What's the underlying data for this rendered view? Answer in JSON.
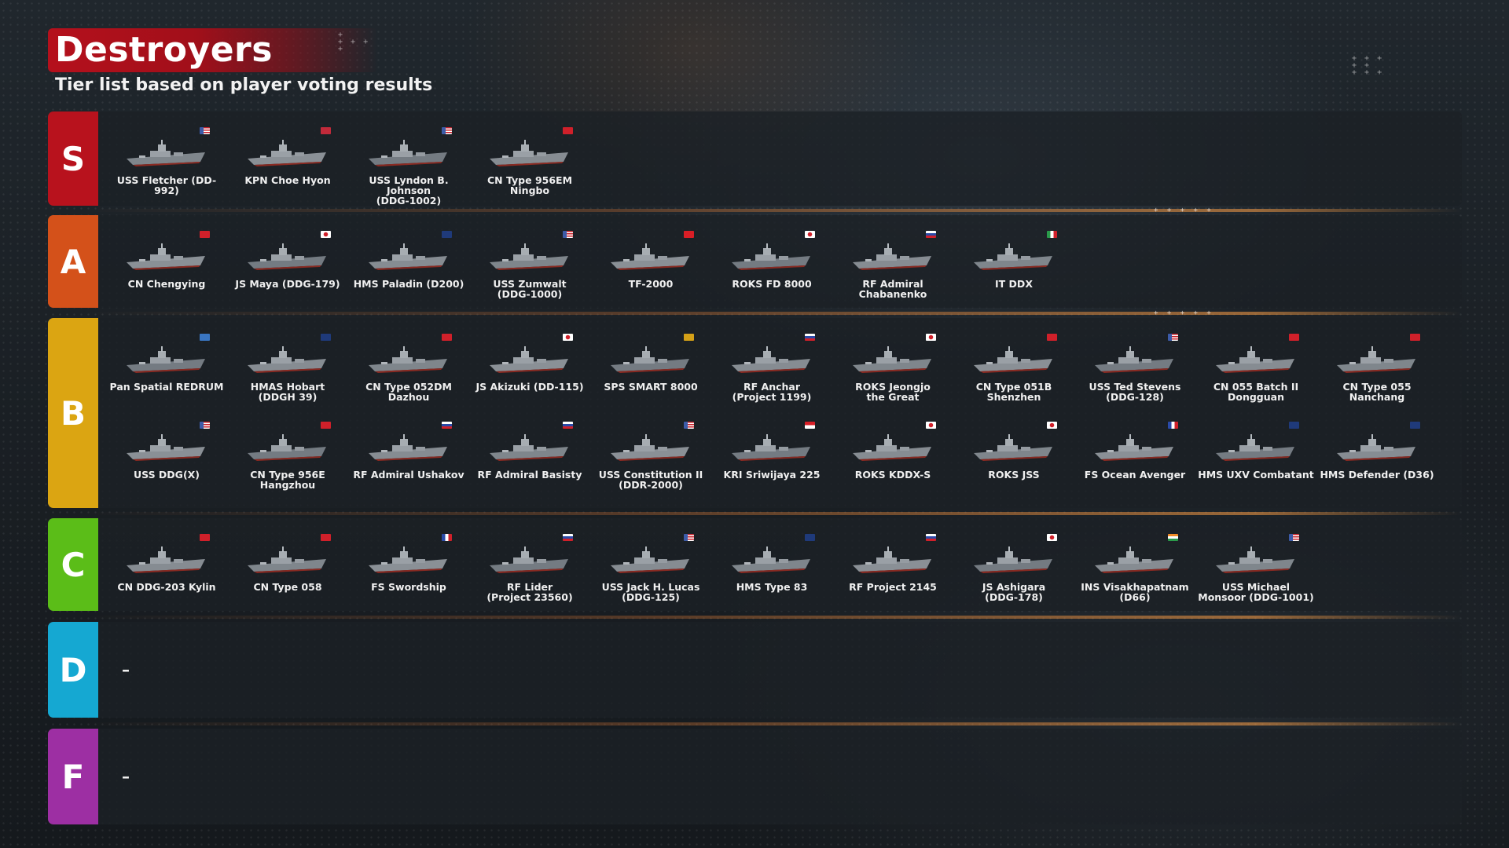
{
  "header": {
    "title": "Destroyers",
    "subtitle": "Tier list based on player voting results"
  },
  "flag_colors": {
    "usa": "#3c5ba8",
    "china": "#d0202a",
    "north_korea": "#c22a3a",
    "uk": "#1f3a7a",
    "japan": "#ffffff",
    "turkey": "#d91e26",
    "south_korea": "#ffffff",
    "russia": "#e9e9f2",
    "italy": "#2a9a4a",
    "australia": "#1f3a7a",
    "spain": "#d4a017",
    "indonesia": "#d91e26",
    "france": "#2a4a9a",
    "india": "#f28c28",
    "un": "#3a76c2"
  },
  "tiers": [
    {
      "letter": "S",
      "color": "#b8121d",
      "empty_text": "",
      "ships": [
        {
          "name": "USS Fletcher (DD-992)",
          "flag": "usa"
        },
        {
          "name": "KPN Choe Hyon",
          "flag": "north_korea"
        },
        {
          "name": "USS Lyndon B. Johnson\n(DDG-1002)",
          "flag": "usa"
        },
        {
          "name": "CN Type 956EM\nNingbo",
          "flag": "china"
        }
      ]
    },
    {
      "letter": "A",
      "color": "#d4511a",
      "empty_text": "",
      "ships": [
        {
          "name": "CN Chengying",
          "flag": "china"
        },
        {
          "name": "JS Maya (DDG-179)",
          "flag": "japan"
        },
        {
          "name": "HMS Paladin (D200)",
          "flag": "uk"
        },
        {
          "name": "USS Zumwalt\n(DDG-1000)",
          "flag": "usa"
        },
        {
          "name": "TF-2000",
          "flag": "turkey"
        },
        {
          "name": "ROKS FD 8000",
          "flag": "south_korea"
        },
        {
          "name": "RF Admiral\nChabanenko",
          "flag": "russia"
        },
        {
          "name": "IT DDX",
          "flag": "italy"
        }
      ]
    },
    {
      "letter": "B",
      "color": "#dba512",
      "empty_text": "",
      "ships": [
        {
          "name": "Pan Spatial REDRUM",
          "flag": "un"
        },
        {
          "name": "HMAS Hobart\n(DDGH 39)",
          "flag": "australia"
        },
        {
          "name": "CN Type 052DM\nDazhou",
          "flag": "china"
        },
        {
          "name": "JS Akizuki (DD-115)",
          "flag": "japan"
        },
        {
          "name": "SPS SMART 8000",
          "flag": "spain"
        },
        {
          "name": "RF Anchar\n(Project 1199)",
          "flag": "russia"
        },
        {
          "name": "ROKS Jeongjo\nthe Great",
          "flag": "south_korea"
        },
        {
          "name": "CN Type 051B\nShenzhen",
          "flag": "china"
        },
        {
          "name": "USS Ted Stevens\n(DDG-128)",
          "flag": "usa"
        },
        {
          "name": "CN 055 Batch II\nDongguan",
          "flag": "china"
        },
        {
          "name": "CN Type 055\nNanchang",
          "flag": "china"
        },
        {
          "name": "USS DDG(X)",
          "flag": "usa"
        },
        {
          "name": "CN Type 956E\nHangzhou",
          "flag": "china"
        },
        {
          "name": "RF Admiral Ushakov",
          "flag": "russia"
        },
        {
          "name": "RF Admiral Basisty",
          "flag": "russia"
        },
        {
          "name": "USS Constitution II\n(DDR-2000)",
          "flag": "usa"
        },
        {
          "name": "KRI Sriwijaya 225",
          "flag": "indonesia"
        },
        {
          "name": "ROKS KDDX-S",
          "flag": "south_korea"
        },
        {
          "name": "ROKS JSS",
          "flag": "south_korea"
        },
        {
          "name": "FS Ocean Avenger",
          "flag": "france"
        },
        {
          "name": "HMS UXV Combatant",
          "flag": "uk"
        },
        {
          "name": "HMS Defender (D36)",
          "flag": "uk"
        }
      ]
    },
    {
      "letter": "C",
      "color": "#5bbd18",
      "empty_text": "",
      "ships": [
        {
          "name": "CN DDG-203 Kylin",
          "flag": "china"
        },
        {
          "name": "CN Type 058",
          "flag": "china"
        },
        {
          "name": "FS Swordship",
          "flag": "france"
        },
        {
          "name": "RF Lider\n(Project 23560)",
          "flag": "russia"
        },
        {
          "name": "USS Jack H. Lucas\n(DDG-125)",
          "flag": "usa"
        },
        {
          "name": "HMS Type 83",
          "flag": "uk"
        },
        {
          "name": "RF Project 2145",
          "flag": "russia"
        },
        {
          "name": "JS Ashigara\n(DDG-178)",
          "flag": "japan"
        },
        {
          "name": "INS Visakhapatnam\n(D66)",
          "flag": "india"
        },
        {
          "name": "USS Michael\nMonsoor (DDG-1001)",
          "flag": "usa"
        }
      ]
    },
    {
      "letter": "D",
      "color": "#15a8d2",
      "empty_text": "–",
      "ships": []
    },
    {
      "letter": "F",
      "color": "#9d2fa3",
      "empty_text": "–",
      "ships": []
    }
  ]
}
